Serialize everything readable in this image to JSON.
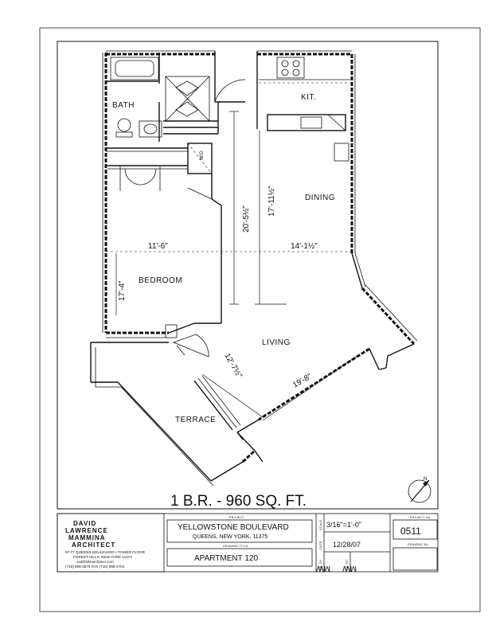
{
  "plan": {
    "rooms": {
      "bath": "BATH",
      "kitchen": "KIT.",
      "dining": "DINING",
      "bedroom": "BEDROOM",
      "living": "LIVING",
      "terrace": "TERRACE",
      "washer_dryer": "W/D"
    },
    "dimensions": {
      "bedroom_width": "11'-6\"",
      "living_dining_width": "14'-1½\"",
      "total_depth": "20'-5½\"",
      "dining_depth": "17'-11½\"",
      "bedroom_depth": "17'-4\"",
      "living_depth": "12'-7½\"",
      "living_width": "19'-8\""
    },
    "summary": "1 B.R. - 960 SQ. FT.",
    "north_symbol": "north-arrow"
  },
  "title_block": {
    "firm": {
      "name_lines": [
        "DAVID",
        "LAWRENCE",
        "MAMMINA",
        "ARCHITECT"
      ],
      "address_lines": [
        "97-77 QUEENS BOULEVARD • TOWER FLOOR",
        "FOREST HILLS, NEW YORK 11374",
        "cad@dlmarchitect.com",
        "(718) 896-3875   FAX (718) 896-2704"
      ]
    },
    "project_caption": "PROJECT",
    "project_lines": [
      "YELLOWSTONE BOULEVARD",
      "QUEENS, NEW YORK,   11375"
    ],
    "drawing_title_caption": "DRAWING TITLE",
    "drawing_title": "APARTMENT 120",
    "side_captions": [
      "SCALE",
      "DATE",
      "DR. BY",
      "CH. BY"
    ],
    "scale": "3/16\"=1'-0\"",
    "date": "12/28/07",
    "drawn_by": "MW",
    "checked_by": "MW",
    "project_no_caption": "PROJECT No.",
    "project_no": "0511",
    "drawing_no_caption": "DRAWING No.",
    "drawing_no": ""
  }
}
